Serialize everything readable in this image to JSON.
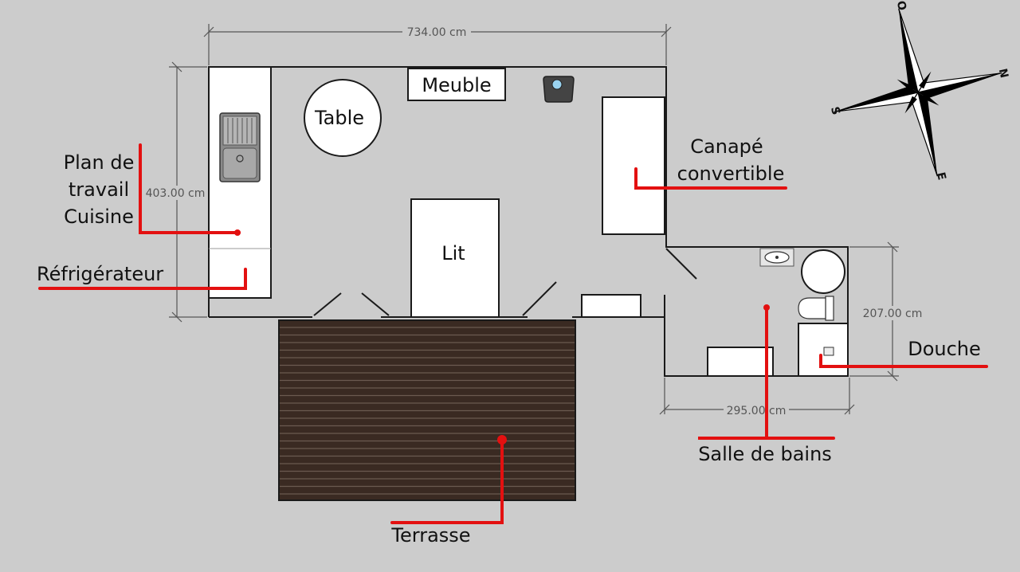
{
  "labels": {
    "meuble": "Meuble",
    "table": "Table",
    "lit": "Lit",
    "canape_line1": "Canapé",
    "canape_line2": "convertible",
    "plan_line1": "Plan de",
    "plan_line2": "travail",
    "plan_line3": "Cuisine",
    "refrigerateur": "Réfrigérateur",
    "douche": "Douche",
    "salle_de_bains": "Salle de bains",
    "terrasse": "Terrasse"
  },
  "dimensions": {
    "width_total": "734.00 cm",
    "height_total": "403.00 cm",
    "bathroom_height": "207.00 cm",
    "bathroom_width": "295.00 cm"
  },
  "compass": {
    "north": "N",
    "south": "S",
    "east": "E",
    "west": "O"
  },
  "colors": {
    "background": "#cccccc",
    "annotation": "#e31010",
    "deck": "#3a2a22",
    "deck_line": "#6b5a50"
  }
}
